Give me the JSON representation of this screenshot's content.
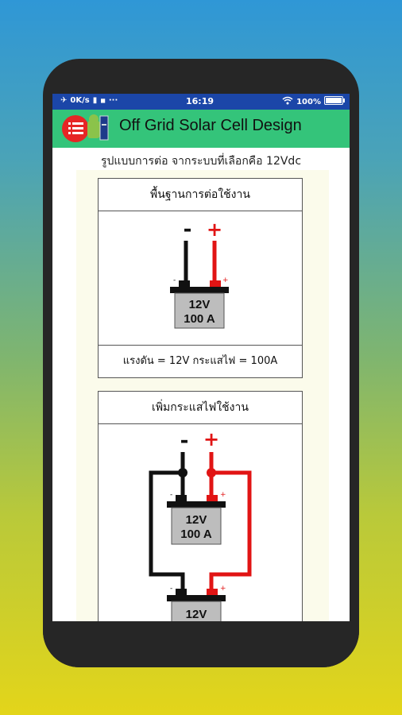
{
  "status_bar": {
    "speed": "0K/s",
    "time": "16:19",
    "battery": "100%"
  },
  "app_bar": {
    "title": "Off Grid Solar Cell Design"
  },
  "subtitle": "รูปแบบการต่อ จากระบบที่เลือกคือ 12Vdc",
  "cards": [
    {
      "title": "พื้นฐานการต่อใช้งาน",
      "minus": "-",
      "plus": "+",
      "battery_voltage": "12V",
      "battery_capacity": "100 A",
      "footer": "แรงดัน = 12V  กระแสไฟ = 100A"
    },
    {
      "title": "เพิ่มกระแสไฟใช้งาน",
      "minus": "-",
      "plus": "+",
      "battery1_voltage": "12V",
      "battery1_capacity": "100 A",
      "battery2_voltage": "12V"
    }
  ],
  "colors": {
    "appbar": "#34c47a",
    "statusbar": "#1b46a8",
    "wire_positive": "#e11414",
    "wire_negative": "#111111"
  }
}
